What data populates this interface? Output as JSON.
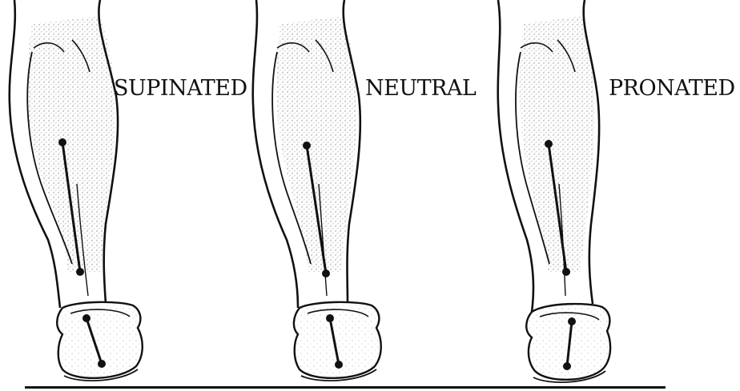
{
  "labels": {
    "supinated": "SUPINATED",
    "neutral": "NEUTRAL",
    "pronated": "PRONATED"
  },
  "colors": {
    "ink": "#111111",
    "shade": "#cfcfcf",
    "background": "#ffffff"
  }
}
